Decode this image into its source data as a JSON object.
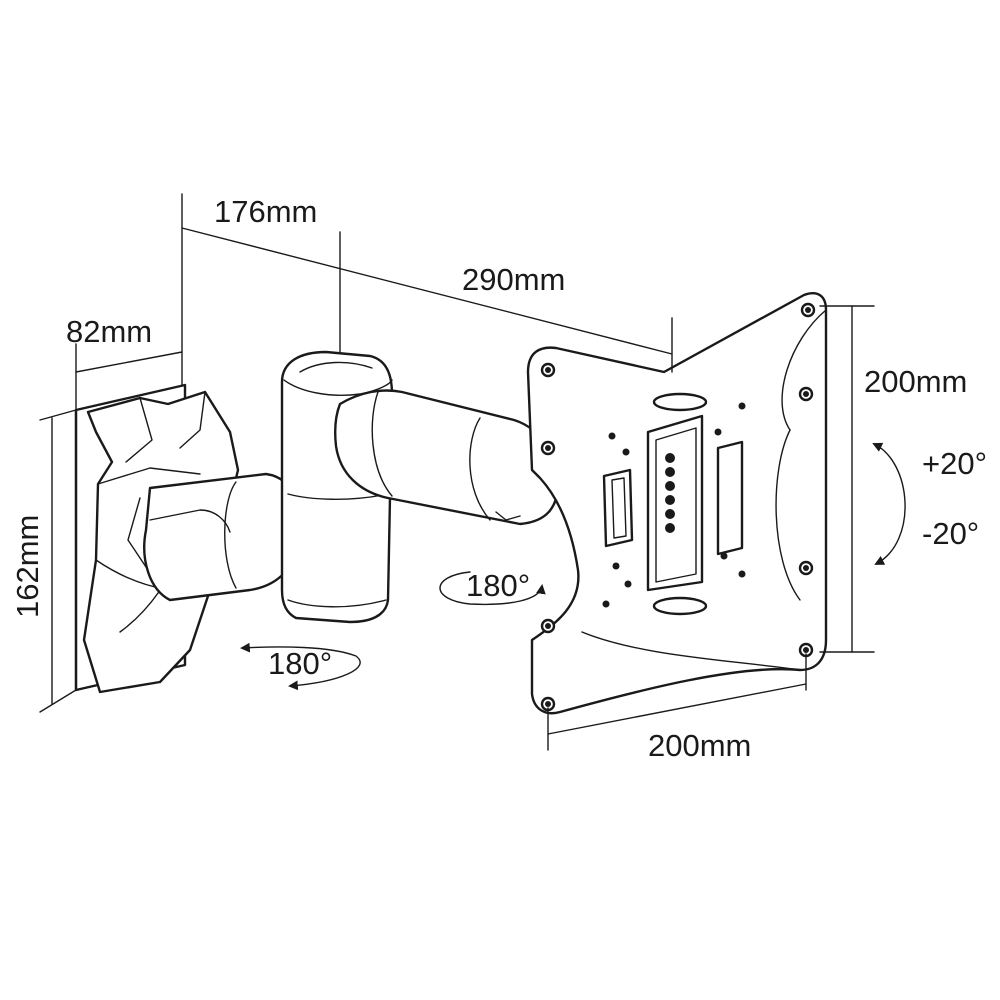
{
  "dimensions": {
    "wall_depth": "82mm",
    "arm_length_short": "176mm",
    "arm_length_long": "290mm",
    "wall_plate_height": "162mm",
    "vesa_vertical": "200mm",
    "vesa_horizontal": "200mm"
  },
  "rotation": {
    "tilt_up": "+20°",
    "tilt_down": "-20°",
    "swivel_arm": "180°",
    "swivel_head": "180°"
  },
  "colors": {
    "line": "#1a1a1a",
    "background": "#ffffff"
  }
}
